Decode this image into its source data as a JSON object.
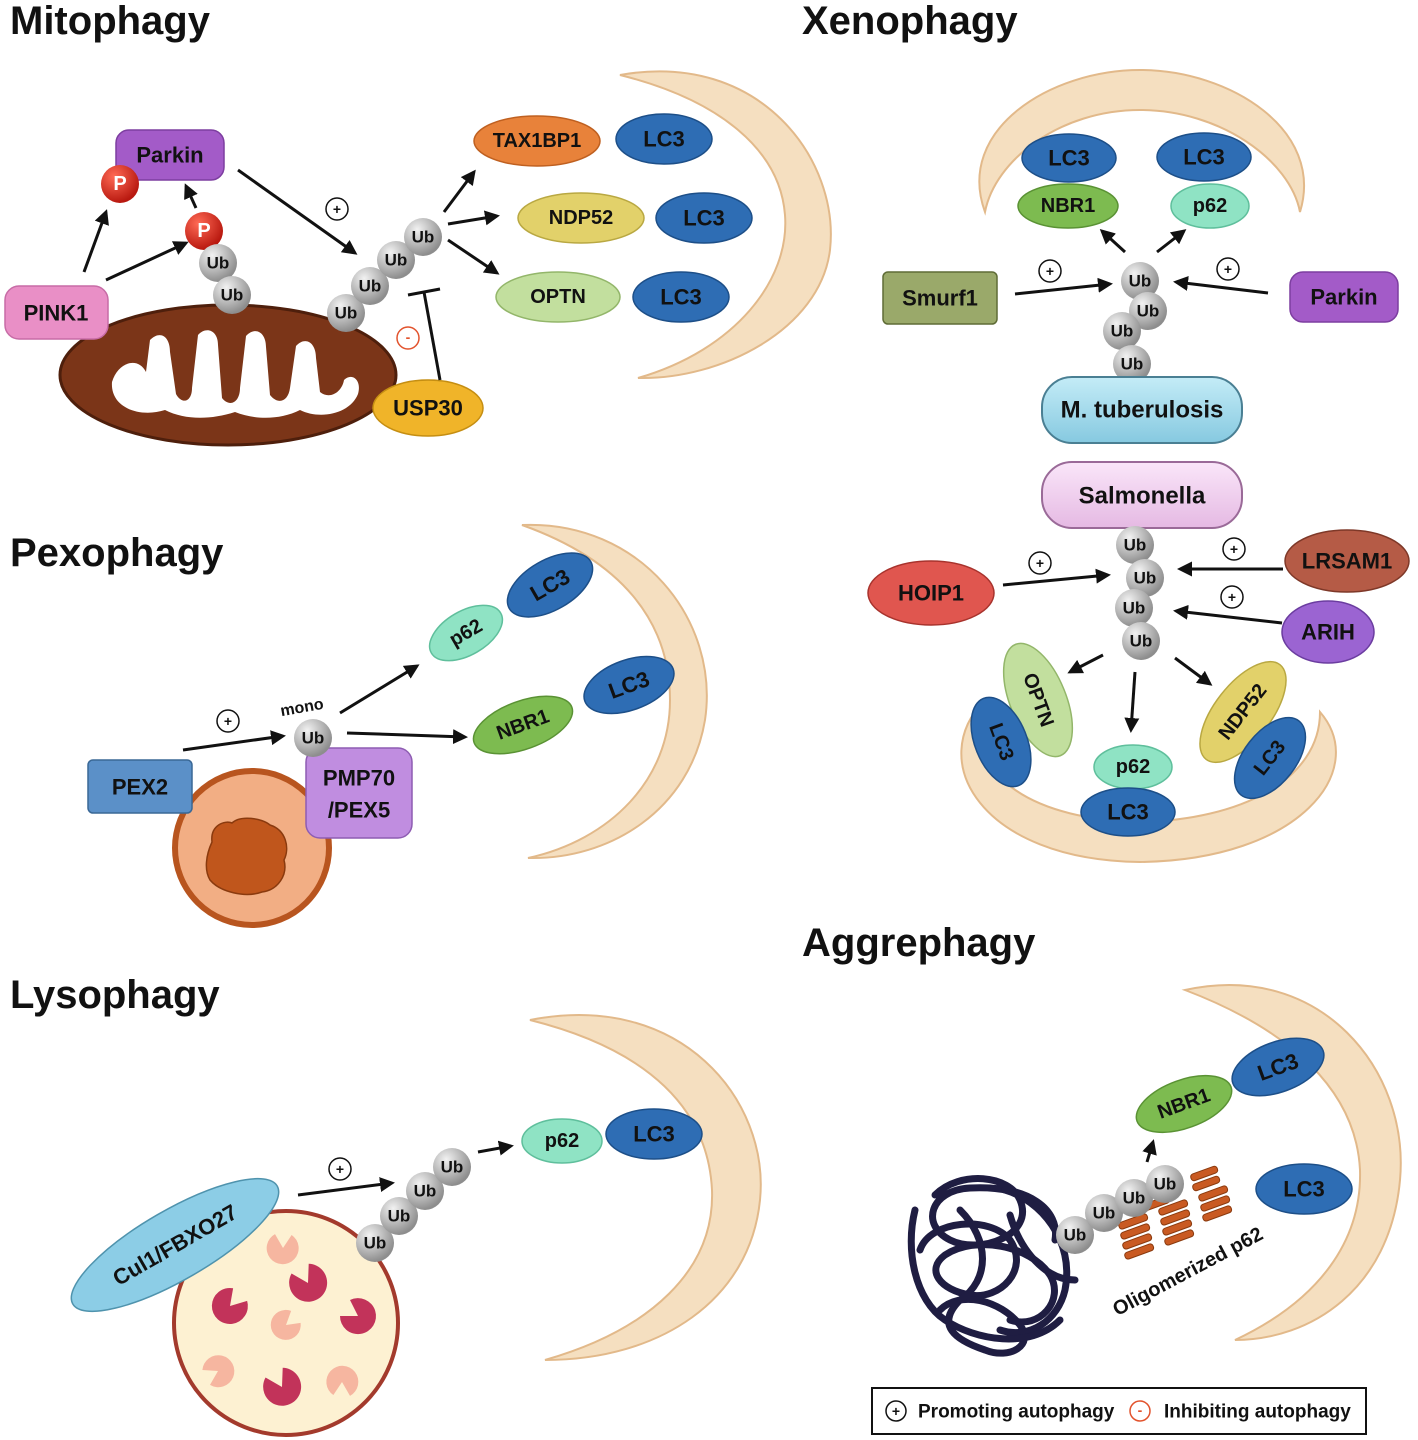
{
  "titles": {
    "mitophagy": "Mitophagy",
    "xenophagy": "Xenophagy",
    "pexophagy": "Pexophagy",
    "lysophagy": "Lysophagy",
    "aggrephagy": "Aggrephagy"
  },
  "mitophagy": {
    "pink1": "PINK1",
    "parkin": "Parkin",
    "p": "P",
    "usp30": "USP30",
    "tax1bp1": "TAX1BP1",
    "ndp52": "NDP52",
    "optn": "OPTN",
    "lc3": "LC3",
    "ub": "Ub",
    "plus": "+",
    "minus": "-"
  },
  "xenophagy": {
    "lc3": "LC3",
    "nbr1": "NBR1",
    "p62": "p62",
    "smurf1": "Smurf1",
    "parkin": "Parkin",
    "m_tuberculosis": "M. tuberulosis",
    "salmonella": "Salmonella",
    "hoip1": "HOIP1",
    "lrsam1": "LRSAM1",
    "arih": "ARIH",
    "optn": "OPTN",
    "ndp52": "NDP52",
    "ub": "Ub",
    "plus": "+"
  },
  "pexophagy": {
    "pex2": "PEX2",
    "pmp70_line1": "PMP70",
    "pmp70_line2": "/PEX5",
    "mono": "mono",
    "ub": "Ub",
    "p62": "p62",
    "nbr1": "NBR1",
    "lc3": "LC3",
    "plus": "+"
  },
  "lysophagy": {
    "cul1": "Cul1/FBXO27",
    "ub": "Ub",
    "p62": "p62",
    "lc3": "LC3",
    "plus": "+"
  },
  "aggrephagy": {
    "nbr1": "NBR1",
    "lc3": "LC3",
    "ub": "Ub",
    "oligomerized": "Oligomerized p62"
  },
  "legend": {
    "plus": "+",
    "minus": "-",
    "promoting": "Promoting autophagy",
    "inhibiting": "Inhibiting autophagy"
  },
  "colors": {
    "phagophore": "#f5dfc0",
    "lc3": "#2e6db4",
    "ub": "#a8a8a8",
    "mitochondrion": "#7b3518",
    "parkin": "#a35bc8",
    "pink1": "#e98fc6",
    "usp30": "#f0b429",
    "tax1bp1": "#e8823a",
    "ndp52": "#e2d16a",
    "optn": "#c2df9e",
    "nbr1": "#7dbb50",
    "p62": "#8fe3c4",
    "smurf1": "#9aa96a",
    "m_tuberculosis": "#9fd8ea",
    "salmonella": "#f1cff0",
    "hoip1": "#e0564f",
    "lrsam1": "#b55b46",
    "arih": "#9b64d2",
    "pex2": "#5b90c8",
    "pmp70": "#c08de0",
    "peroxisome": "#f2ae84",
    "cul1": "#8ccde6",
    "lysosome": "#fdf1d2",
    "aggregate": "#1f1d42",
    "oligomer": "#c95a22"
  }
}
